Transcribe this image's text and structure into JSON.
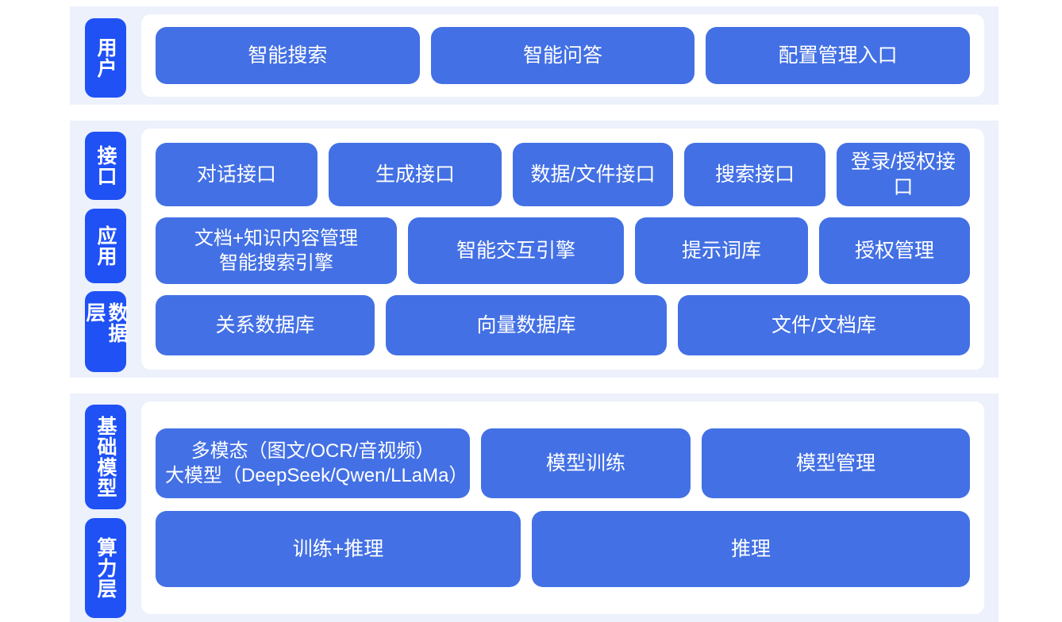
{
  "theme": {
    "band_background": "#ecf1fb",
    "panel_background": "#ffffff",
    "rail_chip_color": "#1f51f5",
    "card_color": "#4370e4",
    "card_text_color": "#ffffff",
    "page_background": "#ffffff"
  },
  "bands": [
    {
      "id": "user",
      "rails": [
        {
          "label": "用户"
        }
      ],
      "rows": [
        {
          "id": "user-entries",
          "cards": [
            {
              "label": "智能搜索"
            },
            {
              "label": "智能问答"
            },
            {
              "label": "配置管理入口"
            }
          ]
        }
      ]
    },
    {
      "id": "middle",
      "rails": [
        {
          "label": "接口"
        },
        {
          "label": "应用"
        },
        {
          "label": "数据层"
        }
      ],
      "rows": [
        {
          "id": "interface",
          "cards": [
            {
              "label": "对话接口"
            },
            {
              "label": "生成接口"
            },
            {
              "label": "数据/文件接口"
            },
            {
              "label": "搜索接口"
            },
            {
              "label": "登录/授权接口"
            }
          ]
        },
        {
          "id": "application",
          "cards": [
            {
              "label": "文档+知识内容管理\n智能搜索引擎"
            },
            {
              "label": "智能交互引擎"
            },
            {
              "label": "提示词库"
            },
            {
              "label": "授权管理"
            }
          ]
        },
        {
          "id": "data",
          "cards": [
            {
              "label": "关系数据库"
            },
            {
              "label": "向量数据库"
            },
            {
              "label": "文件/文档库"
            }
          ]
        }
      ]
    },
    {
      "id": "base",
      "rails": [
        {
          "label": "基础模型"
        },
        {
          "label": "算力层"
        }
      ],
      "rows": [
        {
          "id": "model",
          "cards": [
            {
              "label": "多模态（图文/OCR/音视频）\n大模型（DeepSeek/Qwen/LLaMa）"
            },
            {
              "label": "模型训练"
            },
            {
              "label": "模型管理"
            }
          ]
        },
        {
          "id": "compute",
          "cards": [
            {
              "label": "训练+推理"
            },
            {
              "label": "推理"
            }
          ]
        }
      ]
    }
  ]
}
